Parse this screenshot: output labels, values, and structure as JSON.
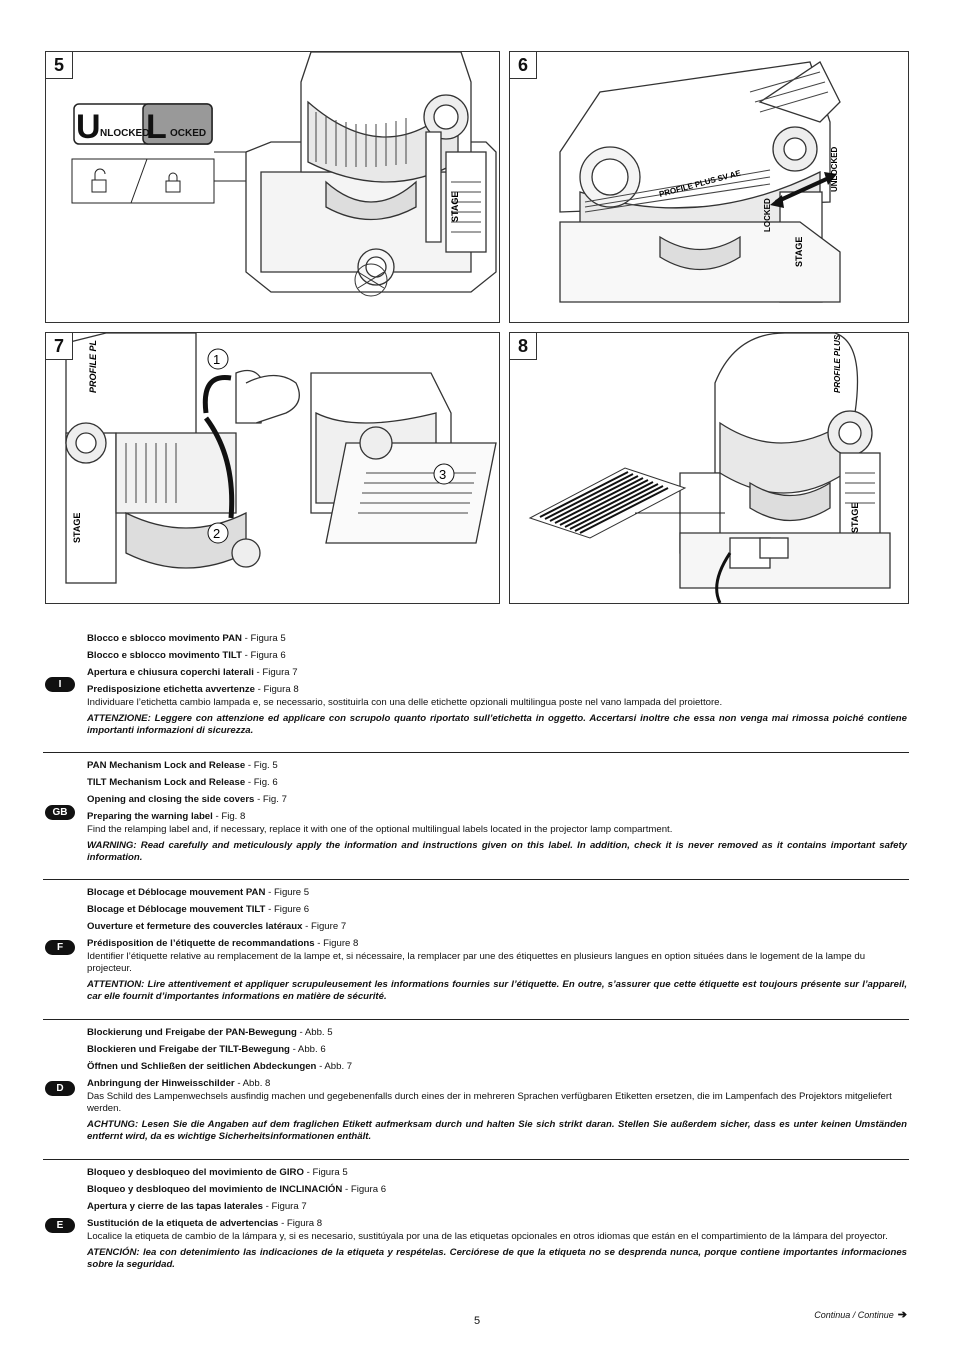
{
  "figures": [
    {
      "number": "5",
      "labels": {
        "unlocked_u": "U",
        "unlocked_rest": "NLOCKED",
        "locked_l": "L",
        "locked_rest": "OCKED",
        "stage": "STAGE"
      }
    },
    {
      "number": "6",
      "labels": {
        "profile": "PROFILE PLUS SV AE",
        "locked": "LOCKED",
        "unlocked": "UNLOCKED",
        "stage": "STAGE"
      }
    },
    {
      "number": "7",
      "labels": {
        "profile": "PROFILE PL",
        "stage": "STAGE",
        "step1": "1",
        "step2": "2",
        "step3": "3"
      }
    },
    {
      "number": "8",
      "labels": {
        "profile": "PROFILE PLUS",
        "stage": "STAGE"
      }
    }
  ],
  "sections": [
    {
      "lang": "I",
      "items": [
        {
          "title": "Blocco e sblocco movimento PAN",
          "ref": " - Figura 5"
        },
        {
          "title": "Blocco e sblocco movimento TILT",
          "ref": " - Figura 6"
        },
        {
          "title": "Apertura e chiusura coperchi laterali",
          "ref": " - Figura 7"
        },
        {
          "title": "Predisposizione etichetta avvertenze",
          "ref": " - Figura 8"
        }
      ],
      "desc": "Individuare l’etichetta cambio lampada e, se necessario, sostituirla con una delle etichette opzionali multilingua poste nel vano lampada del proiettore.",
      "warning": "ATTENZIONE: Leggere con attenzione ed applicare con scrupolo quanto riportato sull’etichetta in oggetto. Accertarsi inoltre che essa non venga mai rimossa poiché contiene importanti informazioni di sicurezza."
    },
    {
      "lang": "GB",
      "items": [
        {
          "title": "PAN Mechanism Lock and Release",
          "ref": " - Fig. 5"
        },
        {
          "title": "TILT Mechanism Lock and Release",
          "ref": " - Fig. 6"
        },
        {
          "title": "Opening and closing the side covers",
          "ref": " - Fig. 7"
        },
        {
          "title": "Preparing the warning label",
          "ref": " - Fig. 8"
        }
      ],
      "desc": "Find the relamping label and, if necessary, replace it with one of the optional multilingual labels located in the projector lamp compartment.",
      "warning": "WARNING: Read carefully and meticulously apply the information and instructions given on this label. In addition, check it is never removed as it contains important safety information."
    },
    {
      "lang": "F",
      "items": [
        {
          "title": "Blocage et Déblocage mouvement PAN",
          "ref": " - Figure 5"
        },
        {
          "title": "Blocage et Déblocage mouvement TILT",
          "ref": " - Figure 6"
        },
        {
          "title": "Ouverture et fermeture des couvercles latéraux",
          "ref": " - Figure 7"
        },
        {
          "title": "Prédisposition de l’étiquette de recommandations",
          "ref": " - Figure 8"
        }
      ],
      "desc": "Identifier l’étiquette relative au remplacement de la lampe et, si nécessaire, la remplacer par une des étiquettes en plusieurs langues en option situées dans le logement de la lampe du projecteur.",
      "warning": "ATTENTION: Lire attentivement et appliquer scrupuleusement les informations fournies sur l’étiquette. En outre, s’assurer que cette étiquette est toujours présente sur l’appareil, car elle fournit d’importantes informations en matière de sécurité."
    },
    {
      "lang": "D",
      "items": [
        {
          "title": "Blockierung und Freigabe der PAN-Bewegung",
          "ref": " - Abb. 5"
        },
        {
          "title": "Blockieren und Freigabe der TILT-Bewegung",
          "ref": " - Abb. 6"
        },
        {
          "title": "Öffnen und Schließen der seitlichen Abdeckungen",
          "ref": " - Abb. 7"
        },
        {
          "title": "Anbringung der Hinweisschilder",
          "ref": " - Abb. 8"
        }
      ],
      "desc": "Das Schild des Lampenwechsels ausfindig machen und gegebenenfalls durch eines der in mehreren Sprachen verfügbaren Etiketten ersetzen, die im Lampenfach des Projektors mitgeliefert werden.",
      "warning": "ACHTUNG: Lesen Sie die Angaben auf dem fraglichen Etikett aufmerksam durch und halten Sie sich strikt daran. Stellen Sie außerdem sicher, dass es unter keinen Umständen entfernt wird, da es wichtige Sicherheitsinformationen enthält."
    },
    {
      "lang": "E",
      "items": [
        {
          "title": "Bloqueo y desbloqueo del movimiento de GIRO",
          "ref": " - Figura 5"
        },
        {
          "title": "Bloqueo y desbloqueo del movimiento de INCLINACIÓN",
          "ref": " - Figura 6"
        },
        {
          "title": "Apertura y cierre de las tapas laterales",
          "ref": " - Figura 7"
        },
        {
          "title": "Sustitución de la etiqueta de advertencias",
          "ref": " - Figura 8"
        }
      ],
      "desc": "Localice la etiqueta de cambio de la lámpara y, si es necesario, sustitúyala por una de las etiquetas opcionales en otros idiomas que están en el compartimiento de la lámpara del proyector.",
      "warning": "ATENCIÓN: lea con detenimiento las indicaciones de la etiqueta y respételas. Cerciórese de que la etiqueta no se desprenda nunca, porque contiene importantes informaciones sobre la seguridad."
    }
  ],
  "footer": {
    "page_number": "5",
    "continue_label": "Continua / Continue",
    "continue_arrow": "➔"
  }
}
